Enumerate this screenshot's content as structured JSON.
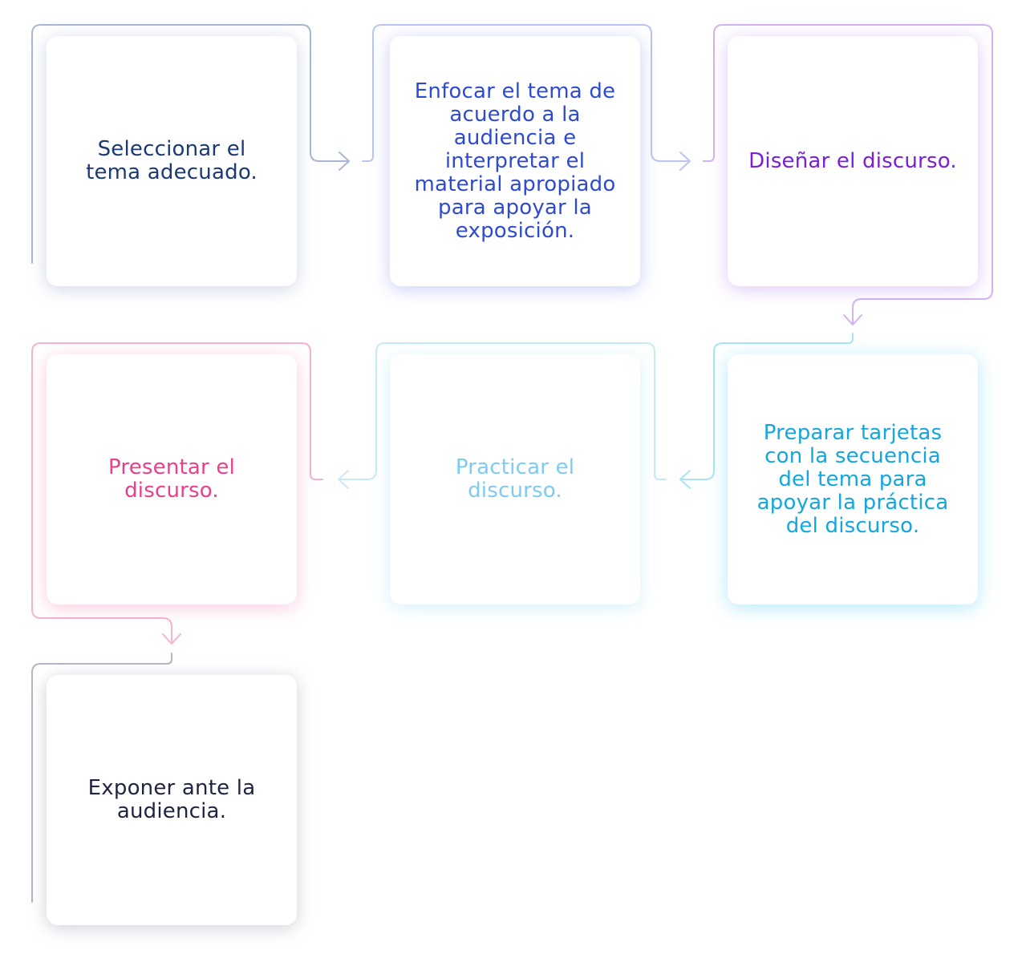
{
  "steps": [
    {
      "text": "Seleccionar el tema adecuado.",
      "color": "#1b3a73"
    },
    {
      "text": "Enfocar el tema de acuerdo a la audiencia e interpretar el material apropiado para apoyar la exposición.",
      "color": "#2e4bd0"
    },
    {
      "text": "Diseñar el discurso.",
      "color": "#7a1fd6"
    },
    {
      "text": "Preparar tarjetas con la secuencia del tema para apoyar la práctica del discurso.",
      "color": "#14a6de"
    },
    {
      "text": "Practicar el discurso.",
      "color": "#7ecbf2"
    },
    {
      "text": "Presentar el discurso.",
      "color": "#ea3f8c"
    },
    {
      "text": "Exponer ante la audiencia.",
      "color": "#1f2340"
    }
  ],
  "connector_colors": {
    "slate": "#a9b7d6",
    "periwinkle": "#b9c4f2",
    "lavender": "#d3b2f2",
    "sky": "#a9e3f7",
    "pale-sky": "#c6ebf8",
    "pink": "#f6b3cf",
    "gray": "#b2b6c6"
  }
}
